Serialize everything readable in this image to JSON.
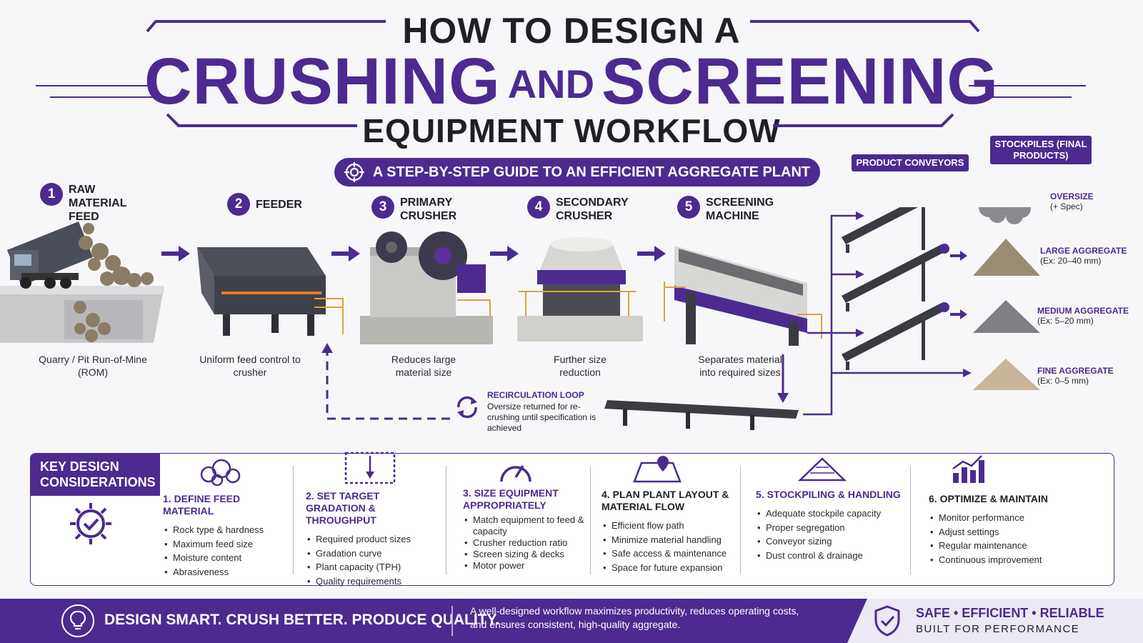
{
  "header": {
    "line1": "HOW TO DESIGN A",
    "line2a": "CRUSHING",
    "line2b": "AND",
    "line2c": "SCREENING",
    "line3": "EQUIPMENT WORKFLOW",
    "subtitle": "A STEP-BY-STEP GUIDE TO AN EFFICIENT AGGREGATE PLANT"
  },
  "steps": [
    {
      "num": "1",
      "label": "RAW MATERIAL FEED",
      "desc": "Quarry / Pit Run-of-Mine (ROM)"
    },
    {
      "num": "2",
      "label": "FEEDER",
      "desc": "Uniform feed control to crusher"
    },
    {
      "num": "3",
      "label": "PRIMARY CRUSHER",
      "desc": "Reduces large material size"
    },
    {
      "num": "4",
      "label": "SECONDARY CRUSHER",
      "desc": "Further size reduction"
    },
    {
      "num": "5",
      "label": "SCREENING MACHINE",
      "desc": "Separates material into required sizes"
    }
  ],
  "recirculation": {
    "title": "RECIRCULATION LOOP",
    "desc": "Oversize returned for re-crushing until specification is achieved"
  },
  "product_conveyors": "PRODUCT CONVEYORS",
  "stockpiles": {
    "label": "STOCKPILES (FINAL PRODUCTS)",
    "items": [
      {
        "name": "OVERSIZE",
        "sub": "(+ Spec)"
      },
      {
        "name": "LARGE AGGREGATE",
        "sub": "(Ex: 20–40 mm)"
      },
      {
        "name": "MEDIUM AGGREGATE",
        "sub": "(Ex: 5–20 mm)"
      },
      {
        "name": "FINE AGGREGATE",
        "sub": "(Ex: 0–5 mm)"
      }
    ]
  },
  "key_design": {
    "label": "KEY DESIGN CONSIDERATIONS",
    "columns": [
      {
        "title": "1. DEFINE FEED MATERIAL",
        "items": [
          "Rock type & hardness",
          "Maximum feed size",
          "Moisture content",
          "Abrasiveness"
        ]
      },
      {
        "title": "2. SET TARGET GRADATION & THROUGHPUT",
        "items": [
          "Required product sizes",
          "Gradation curve",
          "Plant capacity (TPH)",
          "Quality requirements"
        ]
      },
      {
        "title": "3. SIZE EQUIPMENT APPROPRIATELY",
        "items": [
          "Match equipment to feed & capacity",
          "Crusher reduction ratio",
          "Screen sizing & decks",
          "Motor power"
        ]
      },
      {
        "title": "4. PLAN PLANT LAYOUT & MATERIAL FLOW",
        "items": [
          "Efficient flow path",
          "Minimize material handling",
          "Safe access & maintenance",
          "Space for future expansion"
        ]
      },
      {
        "title": "5. STOCKPILING & HANDLING",
        "items": [
          "Adequate stockpile capacity",
          "Proper segregation",
          "Conveyor sizing",
          "Dust control & drainage"
        ]
      },
      {
        "title": "6. OPTIMIZE & MAINTAIN",
        "items": [
          "Monitor performance",
          "Adjust settings",
          "Regular maintenance",
          "Continuous improvement"
        ]
      }
    ]
  },
  "footer": {
    "slogan": "DESIGN SMART. CRUSH BETTER. PRODUCE QUALITY.",
    "message": "A well-designed workflow maximizes productivity, reduces operating costs, and ensures consistent, high-quality aggregate.",
    "badge1": "SAFE • EFFICIENT • RELIABLE",
    "badge2": "BUILT FOR PERFORMANCE"
  },
  "colors": {
    "primary": "#4c2a90",
    "background": "#f7f7f9"
  }
}
